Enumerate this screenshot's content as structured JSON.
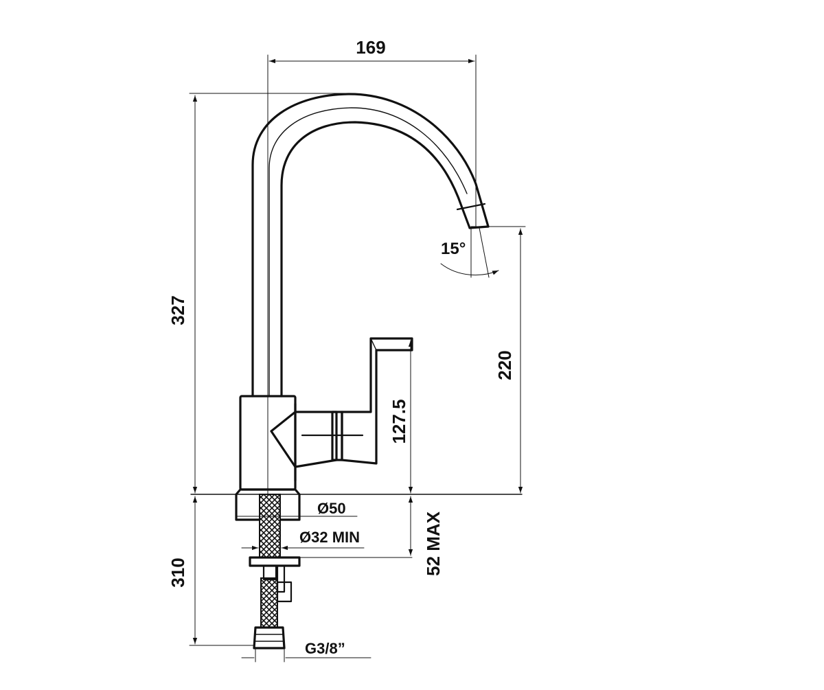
{
  "dimensions": {
    "spout_reach": "169",
    "total_height": "327",
    "spout_height": "220",
    "handle_height": "127.5",
    "base_diameter": "Ø50",
    "hole_diameter": "Ø32 MIN",
    "max_deck_thickness": "52 MAX",
    "hose_length": "310",
    "connection_thread": "G3/8”",
    "swivel_angle": "15°"
  }
}
